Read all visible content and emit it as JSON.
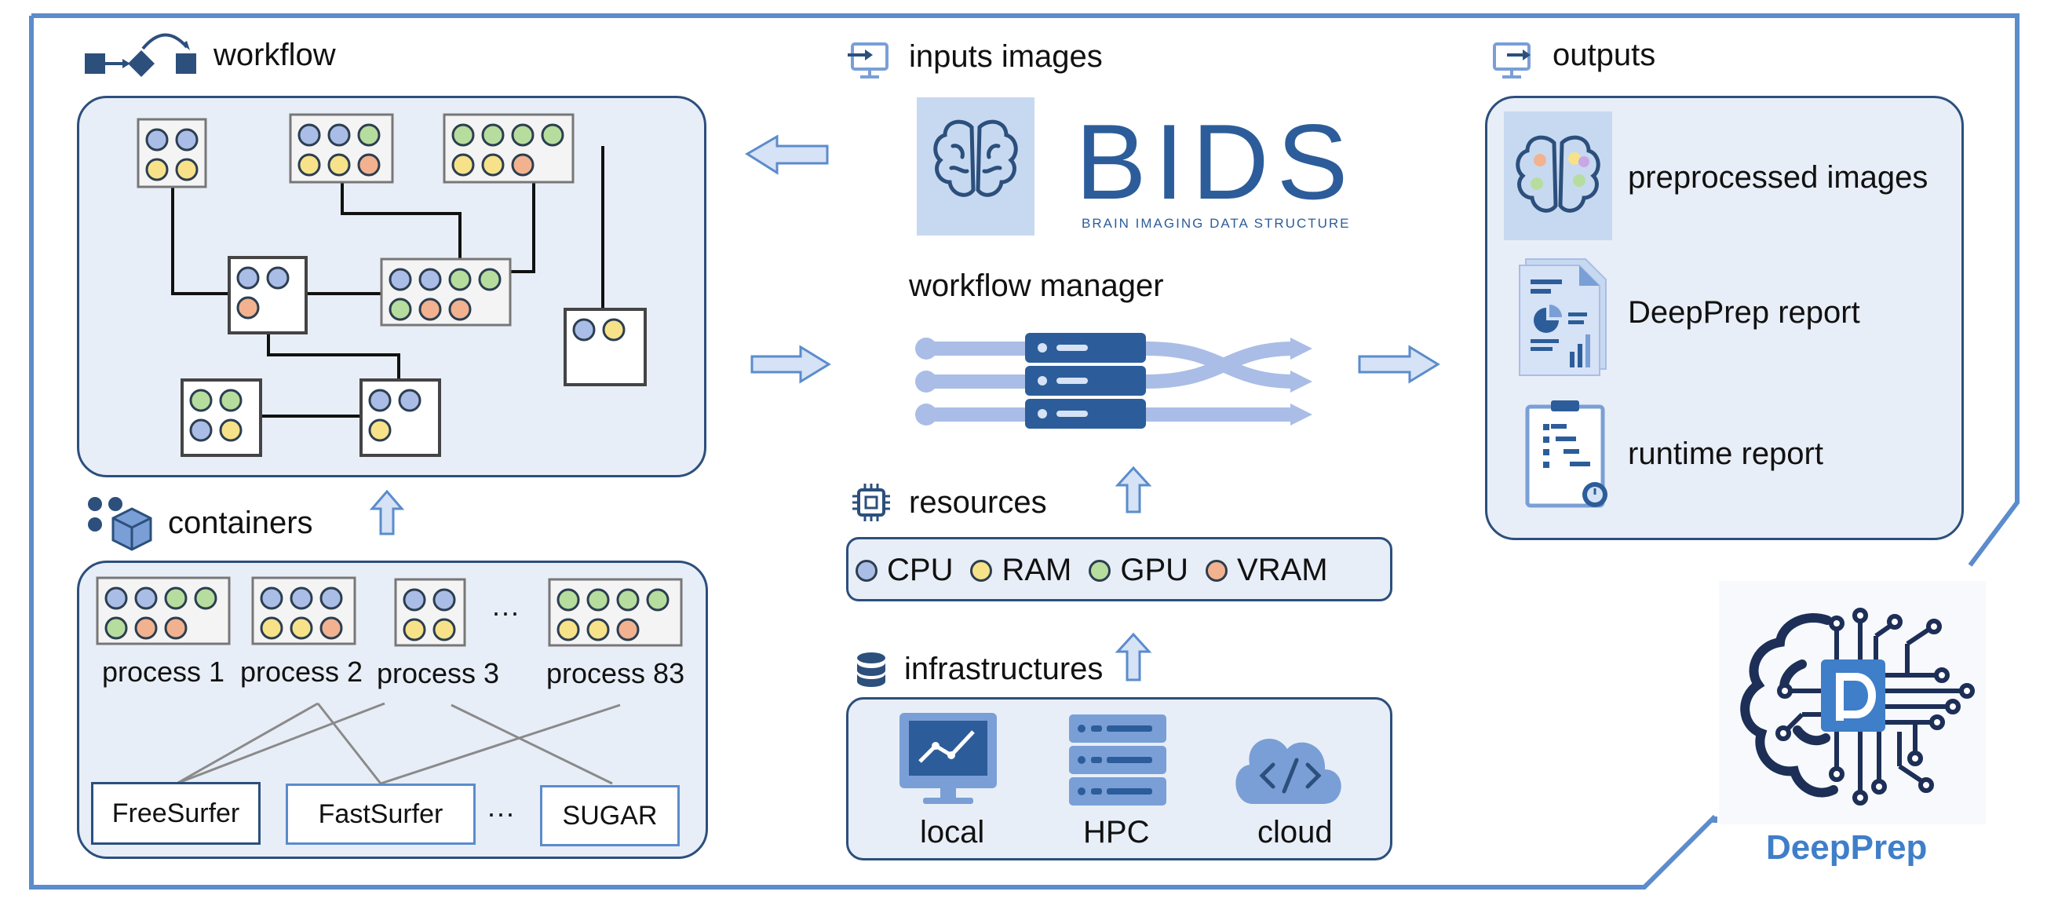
{
  "sections": {
    "workflow": "workflow",
    "containers": "containers",
    "inputs": "inputs images",
    "workflow_manager": "workflow manager",
    "resources": "resources",
    "infrastructures": "infrastructures",
    "outputs": "outputs"
  },
  "bids": {
    "title": "BIDS",
    "subtitle": "BRAIN IMAGING DATA STRUCTURE"
  },
  "processes": [
    "process 1",
    "process 2",
    "process 3",
    "process 83"
  ],
  "ellipsis": "···",
  "tools": [
    "FreeSurfer",
    "FastSurfer",
    "SUGAR"
  ],
  "resources": [
    {
      "label": "CPU",
      "color": "#a9bde6"
    },
    {
      "label": "RAM",
      "color": "#f7e28a"
    },
    {
      "label": "GPU",
      "color": "#b7dd9e"
    },
    {
      "label": "VRAM",
      "color": "#f2b28f"
    }
  ],
  "infra": [
    "local",
    "HPC",
    "cloud"
  ],
  "outputs": [
    "preprocessed images",
    "DeepPrep report",
    "runtime report"
  ],
  "brand": "DeepPrep",
  "colors": {
    "accent": "#2c4f7c",
    "frame": "#5b8ccc",
    "panel": "#e8eef7",
    "brand": "#3f7ec9",
    "arrow": "#7a9fd6"
  },
  "icons": [
    "workflow-icon",
    "monitor-input-icon",
    "monitor-output-icon",
    "chip-icon",
    "database-icon",
    "containers-icon",
    "brain-icon",
    "server-icon",
    "report-icon",
    "clipboard-icon",
    "chart-monitor-icon",
    "cloud-code-icon",
    "deepprep-logo"
  ]
}
